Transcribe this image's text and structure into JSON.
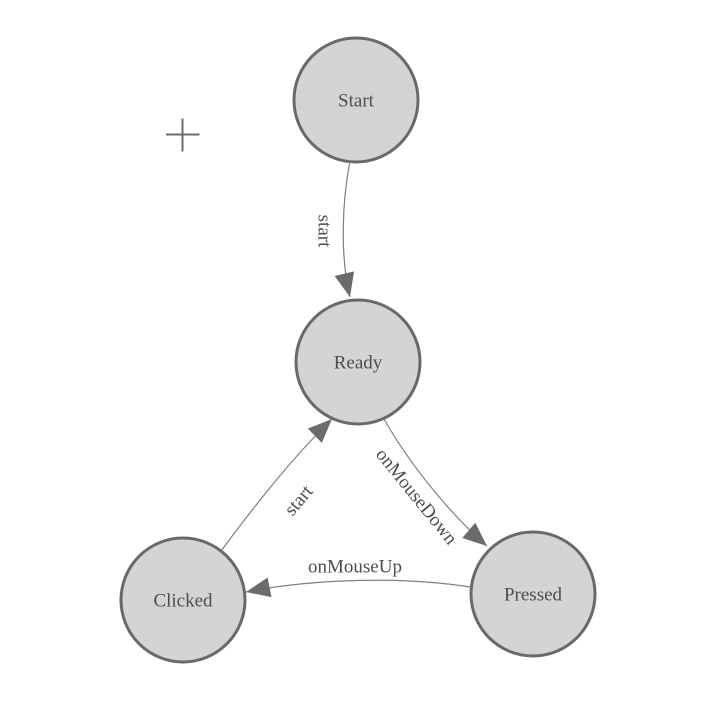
{
  "diagram": {
    "type": "state-machine",
    "background_color": "#ffffff",
    "node_style": {
      "fill": "#d4d4d4",
      "stroke": "#696969",
      "label_color": "#4d4d4d"
    },
    "edge_style": {
      "stroke": "#7f7f7f",
      "arrow_color": "#6b6b6b",
      "label_color": "#4d4d4d"
    },
    "nodes": [
      {
        "id": "start",
        "label": "Start"
      },
      {
        "id": "ready",
        "label": "Ready"
      },
      {
        "id": "clicked",
        "label": "Clicked"
      },
      {
        "id": "pressed",
        "label": "Pressed"
      }
    ],
    "edges": [
      {
        "from": "start",
        "to": "ready",
        "label": "start"
      },
      {
        "from": "clicked",
        "to": "ready",
        "label": "start"
      },
      {
        "from": "ready",
        "to": "pressed",
        "label": "onMouseDown"
      },
      {
        "from": "pressed",
        "to": "clicked",
        "label": "onMouseUp"
      }
    ],
    "cursor": {
      "icon": "crosshair-icon"
    }
  }
}
